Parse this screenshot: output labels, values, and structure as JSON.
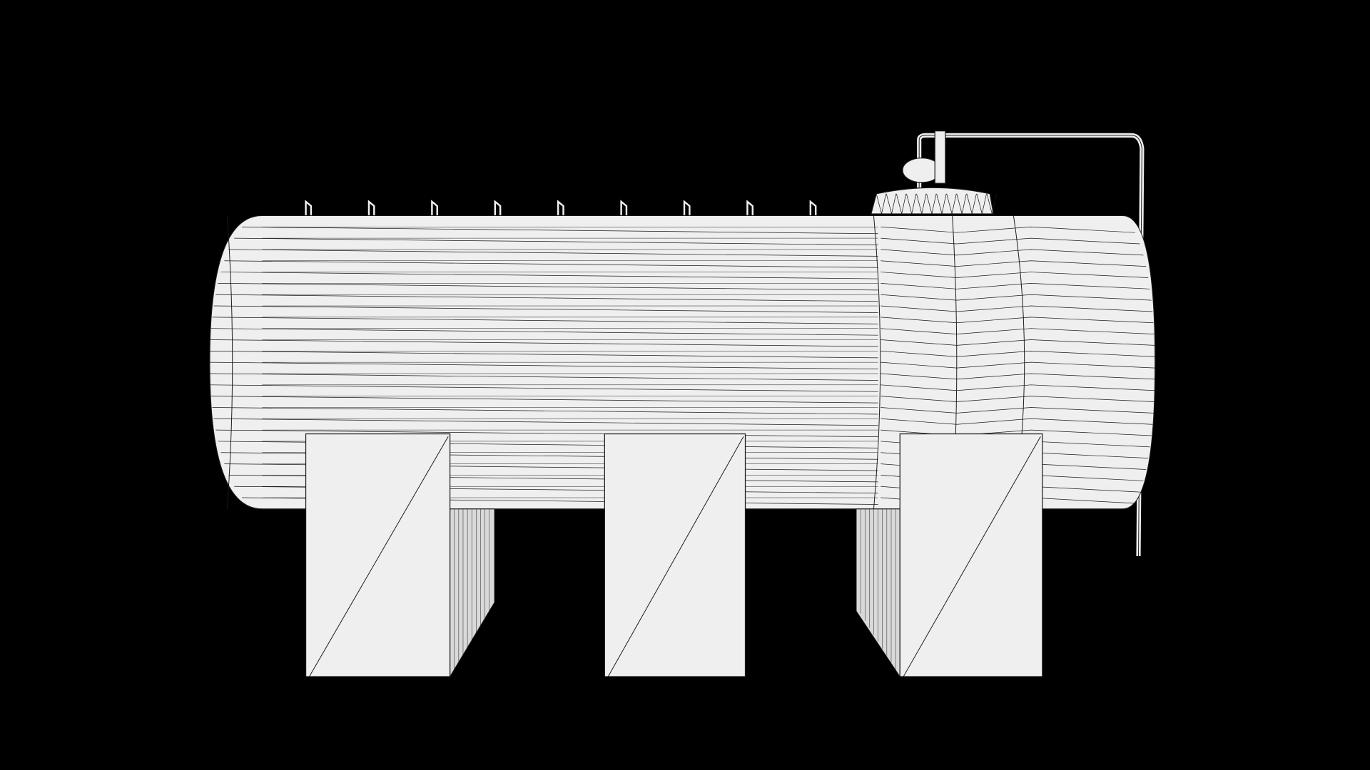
{
  "scene": {
    "subject": "wireframe-horizontal-storage-tank",
    "colors": {
      "background": "#000000",
      "surface": "#efefef",
      "wire": "#1a1a1a",
      "side_shade": "#d9d9d9"
    },
    "support_count": 3,
    "top_lug_count": 9
  }
}
